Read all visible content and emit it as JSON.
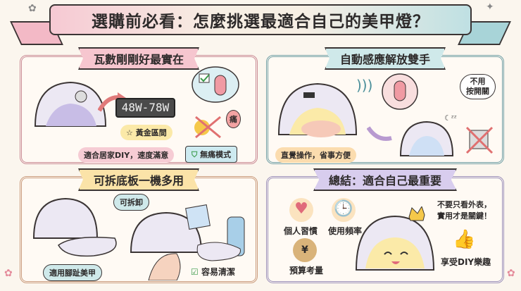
{
  "title": "選購前必看：怎麼挑選最適合自己的美甲燈？",
  "panels": {
    "wattage": {
      "title": "瓦數剛剛好最實在",
      "display": "48W-78W",
      "golden": "黃金區間",
      "pain": "痛",
      "caption": "適合居家DIY，速度滿意",
      "painless": "無痛模式",
      "color": "#c98a93"
    },
    "sensor": {
      "title": "自動感應解放雙手",
      "no_switch": "不用\n按開關",
      "caption": "直覺操作，省事方便",
      "color": "#6f9ea3"
    },
    "removable": {
      "title": "可拆底板一機多用",
      "removable": "可拆卸",
      "toe": "適用腳趾美甲",
      "clean": "容易清潔",
      "color": "#c99a7a"
    },
    "summary": {
      "title": "總結：適合自己最重要",
      "habit": "個人習慣",
      "frequency": "使用頻率",
      "budget": "預算考量",
      "budget_symbol": "¥",
      "quote": "不要只看外表，\n實用才是關鍵！",
      "enjoy": "享受DIY樂趣",
      "color": "#9a8fb8"
    }
  }
}
